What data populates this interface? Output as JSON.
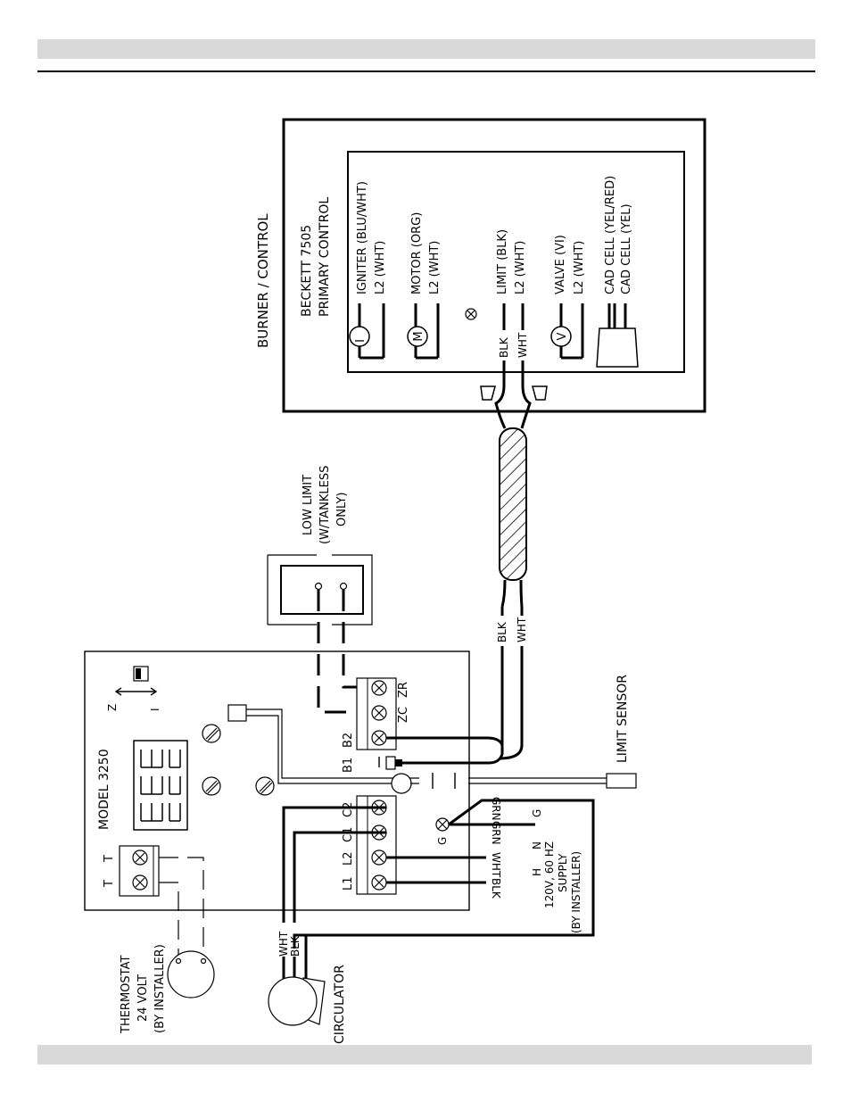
{
  "page": {
    "header_band_color": "#d9d9d9",
    "footer_band_color": "#d9d9d9"
  },
  "burner": {
    "title": "BURNER / CONTROL",
    "primary_line1": "BECKETT 7505",
    "primary_line2": "PRIMARY CONTROL",
    "terminals": [
      "IGNITER (BLU/WHT)",
      "L2 (WHT)",
      "MOTOR (ORG)",
      "L2 (WHT)",
      "LIMIT (BLK)",
      "L2 (WHT)",
      "VALVE (VI)",
      "L2 (WHT)",
      "CAD CELL (YEL/RED)",
      "CAD CELL (YEL)"
    ],
    "symbols": {
      "igniter": "I",
      "motor": "M",
      "valve": "V"
    },
    "lead_blk": "BLK",
    "lead_wht": "WHT"
  },
  "low_limit": {
    "line1": "LOW LIMIT",
    "line2": "(W/TANKLESS",
    "line3": "ONLY)"
  },
  "cable": {
    "blk": "BLK",
    "wht": "WHT"
  },
  "control": {
    "model": "MODEL 3250",
    "terminals_top": {
      "b1": "B1",
      "b2": "B2",
      "zc": "ZC",
      "zr": "ZR"
    },
    "terminals_left": {
      "l1": "L1",
      "l2": "L2",
      "c1": "C1",
      "c2": "C2"
    },
    "thermostat_terminals": [
      "T",
      "T"
    ],
    "switch_labels": {
      "z": "Z",
      "i": "I"
    },
    "ground": "G"
  },
  "supply": {
    "wires": {
      "grn": "GRN",
      "grn2": "GRN",
      "wht": "WHT",
      "blk": "BLK"
    },
    "terminal_labels": {
      "g": "G",
      "n": "N",
      "h": "H"
    },
    "line1": "120V, 60 HZ",
    "line2": "SUPPLY",
    "line3": "(BY INSTALLER)"
  },
  "limit_sensor": "LIMIT SENSOR",
  "thermostat": {
    "line1": "THERMOSTAT",
    "line2": "24 VOLT",
    "line3": "(BY INSTALLER)"
  },
  "circulator": {
    "label": "CIRCULATOR",
    "wht": "WHT",
    "blk": "BLK"
  }
}
